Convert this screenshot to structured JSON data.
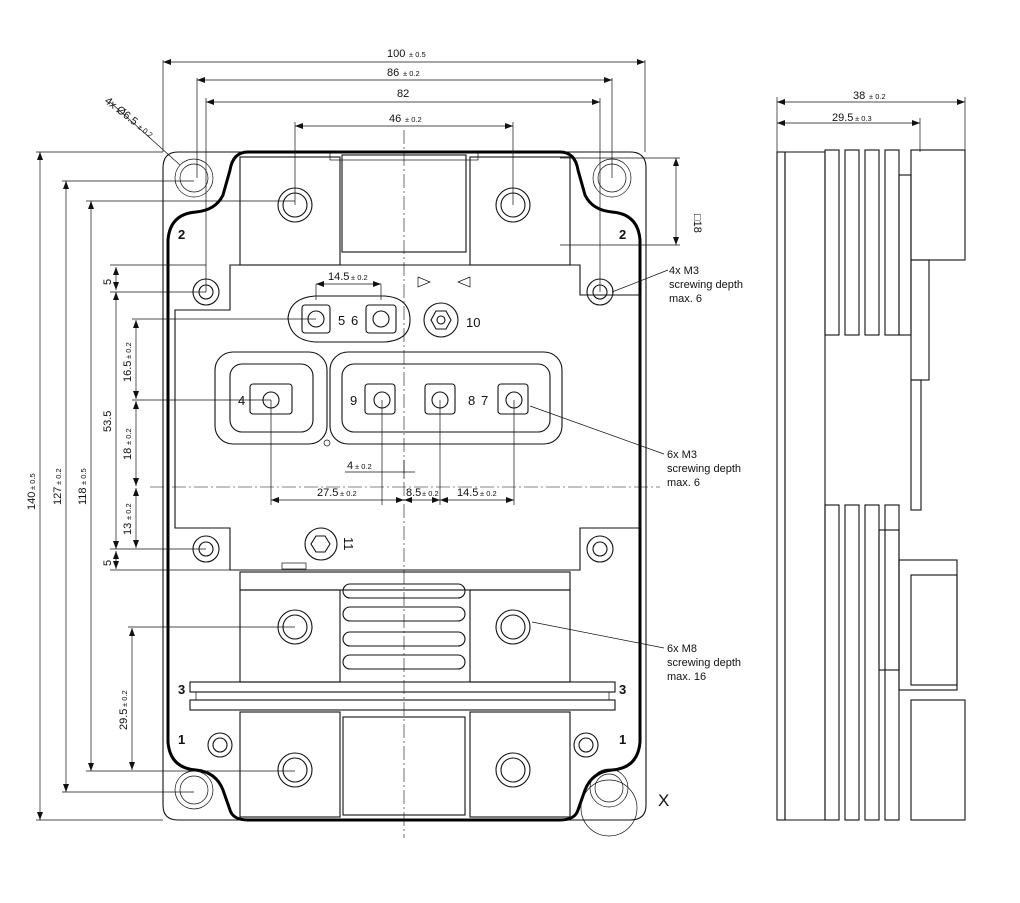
{
  "dimensions": {
    "top_100": {
      "value": "100",
      "tol": "± 0.5"
    },
    "top_86": {
      "value": "86",
      "tol": "± 0.2"
    },
    "top_82": {
      "value": "82",
      "tol": ""
    },
    "top_46": {
      "value": "46",
      "tol": "± 0.2"
    },
    "hole_dia": {
      "value": "4x Ø6.5",
      "tol": "± 0.2"
    },
    "square_18": {
      "value": "□18"
    },
    "left_140": {
      "value": "140",
      "tol": "± 0.5"
    },
    "left_127": {
      "value": "127",
      "tol": "± 0.2"
    },
    "left_118": {
      "value": "118",
      "tol": "± 0.5"
    },
    "left_53_5": {
      "value": "53.5"
    },
    "left_5_top": {
      "value": "5"
    },
    "left_5_bottom": {
      "value": "5"
    },
    "left_16_5": {
      "value": "16.5",
      "tol": "± 0.2"
    },
    "left_18": {
      "value": "18",
      "tol": "± 0.2"
    },
    "left_13": {
      "value": "13",
      "tol": "± 0.2"
    },
    "left_29_5": {
      "value": "29.5",
      "tol": "± 0.2"
    },
    "mid_14_5": {
      "value": "14.5",
      "tol": "± 0.2"
    },
    "mid_4": {
      "value": "4",
      "tol": "± 0.2"
    },
    "mid_27_5": {
      "value": "27.5",
      "tol": "± 0.2"
    },
    "mid_8_5": {
      "value": "8.5",
      "tol": "± 0.2"
    },
    "mid_14_5_b": {
      "value": "14.5",
      "tol": "± 0.2"
    },
    "side_38": {
      "value": "38",
      "tol": "± 0.2"
    },
    "side_29_5": {
      "value": "29.5",
      "tol": "± 0.3"
    }
  },
  "terminal_labels": {
    "t2_left": "2",
    "t2_right": "2",
    "t3_left": "3",
    "t3_right": "3",
    "t1_left": "1",
    "t1_right": "1",
    "p4": "4",
    "p5": "5",
    "p6": "6",
    "p7": "7",
    "p8": "8",
    "p9": "9",
    "p10": "10",
    "p11": "11",
    "x_mark": "X"
  },
  "notes": {
    "m3_corner": [
      "4x M3",
      "screwing depth",
      "max. 6"
    ],
    "m3_aux": [
      "6x M3",
      "screwing depth",
      "max. 6"
    ],
    "m8_main": [
      "6x M8",
      "screwing depth",
      "max. 16"
    ]
  }
}
